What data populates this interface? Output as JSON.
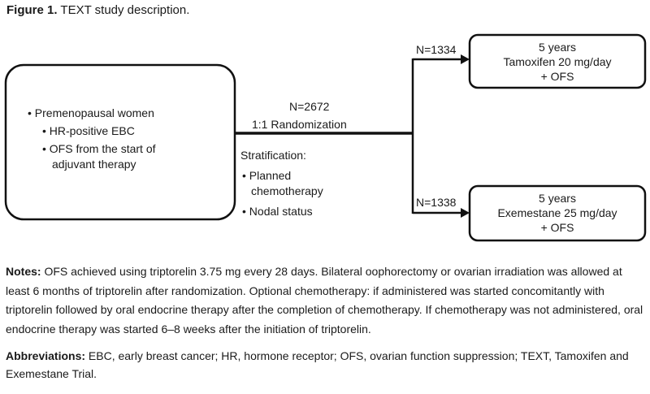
{
  "figure": {
    "title_lead": "Figure 1.",
    "title_text": "TEXT study description."
  },
  "population": {
    "items": [
      "Premenopausal women",
      "HR-positive EBC",
      "OFS from the start of",
      "adjuvant therapy"
    ]
  },
  "randomization": {
    "n_label": "N=2672",
    "label": "1:1 Randomization"
  },
  "stratification": {
    "heading": "Stratification:",
    "items": [
      "Planned",
      "chemotherapy",
      "Nodal status"
    ]
  },
  "arms": [
    {
      "n_label": "N=1334",
      "duration": "5 years",
      "treatment": "Tamoxifen 20 mg/day",
      "addon": "+ OFS"
    },
    {
      "n_label": "N=1338",
      "duration": "5 years",
      "treatment": "Exemestane 25 mg/day",
      "addon": "+ OFS"
    }
  ],
  "notes": {
    "lead": "Notes:",
    "text": "OFS achieved using triptorelin 3.75 mg every 28 days. Bilateral oophorectomy or ovarian irradiation was allowed at least 6 months of triptorelin after randomization. Optional chemotherapy: if administered was started concomitantly with triptorelin followed by oral endocrine therapy after the completion of chemotherapy. If chemotherapy was not administered, oral endocrine therapy was started 6–8 weeks after the initiation of triptorelin."
  },
  "abbreviations": {
    "lead": "Abbreviations:",
    "text": "EBC, early breast cancer; HR, hormone receptor; OFS, ovarian function suppression; TEXT, Tamoxifen and Exemestane Trial."
  },
  "colors": {
    "line": "#111111",
    "text": "#1a1a1a",
    "background": "#ffffff"
  }
}
